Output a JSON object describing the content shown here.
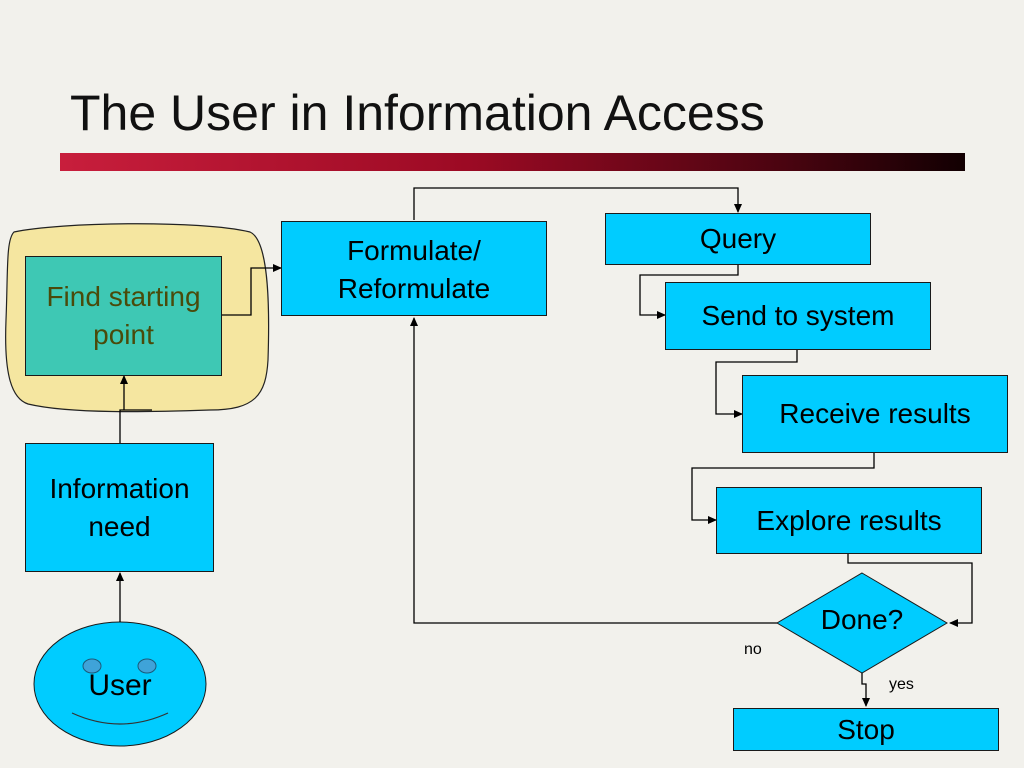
{
  "slide": {
    "title": "The User in Information Access"
  },
  "nodes": {
    "find_start_line1": "Find starting",
    "find_start_line2": "point",
    "info_need_line1": "Information",
    "info_need_line2": "need",
    "user": "User",
    "formulate_line1": "Formulate/",
    "formulate_line2": "Reformulate",
    "query": "Query",
    "send": "Send to system",
    "receive": "Receive results",
    "explore": "Explore results",
    "done": "Done?",
    "stop": "Stop"
  },
  "edge_labels": {
    "no": "no",
    "yes": "yes"
  },
  "colors": {
    "box_fill": "#00ccff",
    "highlight_box_fill": "#3ec8b4",
    "highlight_blob_fill": "#f5e6a0",
    "highlight_text": "#4a4a0a",
    "title_bar": "#9c0a24"
  }
}
